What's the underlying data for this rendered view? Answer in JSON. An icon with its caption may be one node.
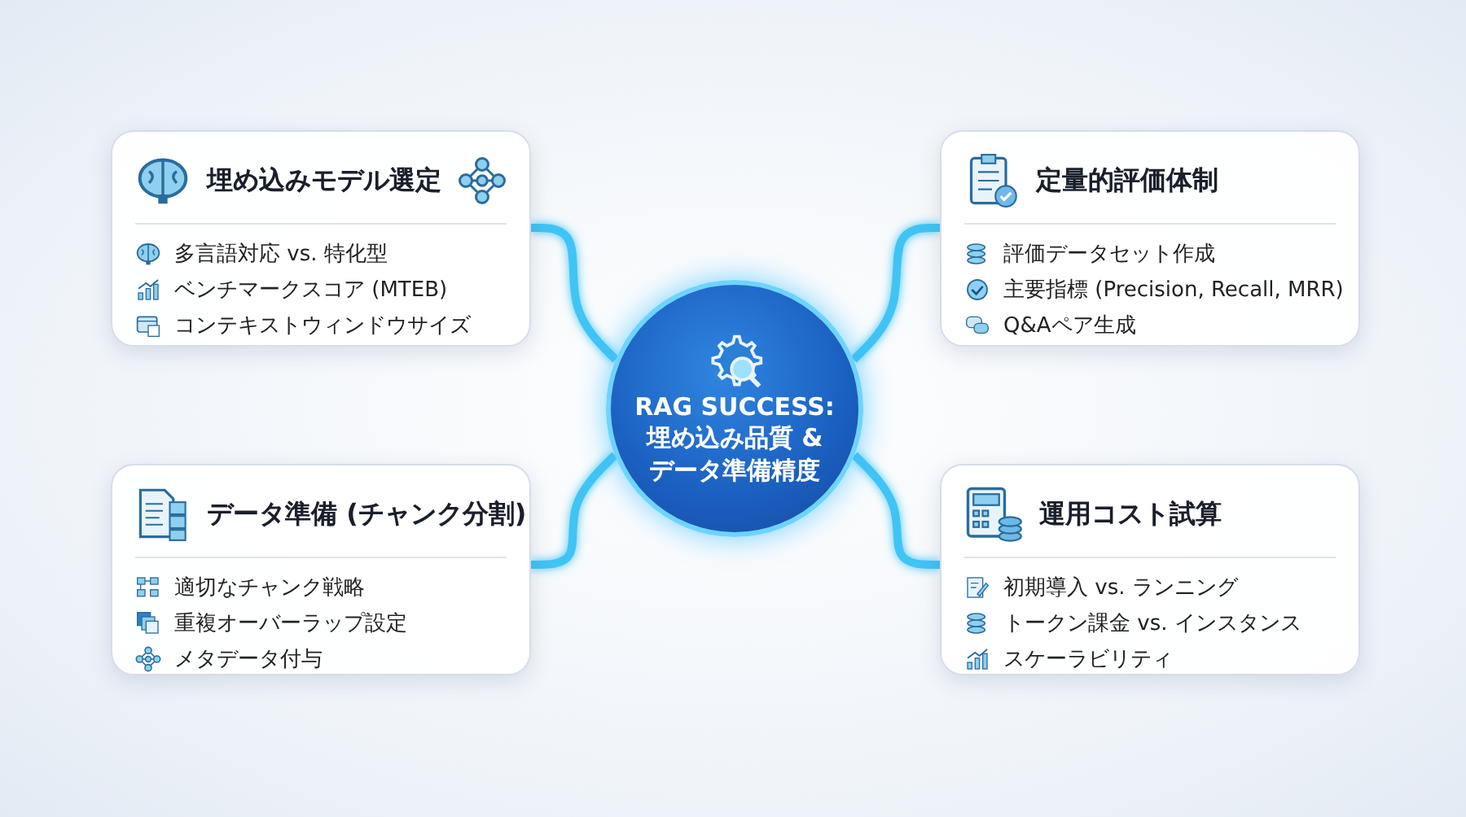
{
  "diagram": {
    "nodes": [
      {
        "text": [
          "RAG SUCCESS: 埋め込み品質 & データ準備精度"
        ]
      },
      {
        "text": [
          "埋め込みモデル選定",
          "多言語対応 vs. 特化型",
          "ベンチマークスコア (MTEB)",
          "コンテキストウィンドウサイズ"
        ]
      },
      {
        "text": [
          "定量的評価体制",
          "評価データセット作成",
          "主要指標 (Precision, Recall, MRR)",
          "Q&Aペア生成"
        ]
      },
      {
        "text": [
          "データ準備 (チャンク分割)",
          "適切なチャンク戦略",
          "重複オーバーラップ設定",
          "メタデータ付与"
        ]
      },
      {
        "text": [
          "運用コスト試算",
          "初期導入 vs. ランニング",
          "トークン課金 vs. インスタンス",
          "スケーラビリティ"
        ]
      }
    ],
    "edges": [
      {
        "from": 0,
        "to": 1,
        "arrow": "none"
      },
      {
        "from": 0,
        "to": 2,
        "arrow": "none"
      },
      {
        "from": 0,
        "to": 3,
        "arrow": "none"
      },
      {
        "from": 0,
        "to": 4,
        "arrow": "none"
      }
    ]
  }
}
